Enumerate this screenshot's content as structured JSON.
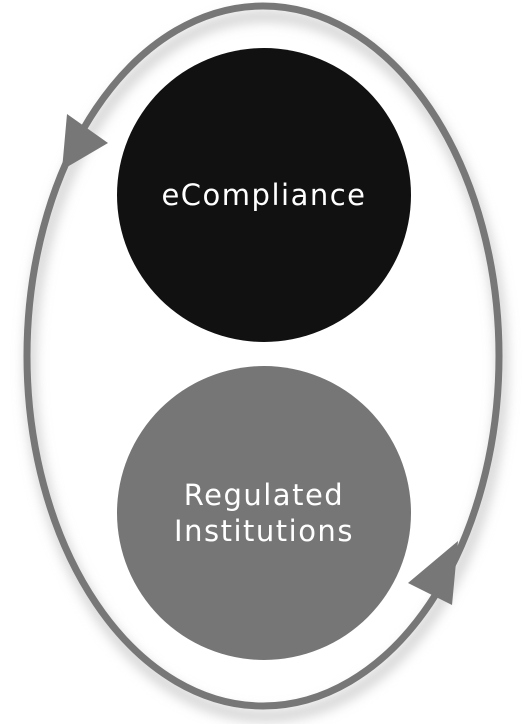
{
  "diagram": {
    "nodes": [
      {
        "label": "eCompliance",
        "color": "#111111"
      },
      {
        "label_lines": [
          "Regulated",
          "Institutions"
        ],
        "color": "#767676"
      }
    ],
    "cycle_color": "#777777",
    "shadow_color": "#cccccc"
  }
}
